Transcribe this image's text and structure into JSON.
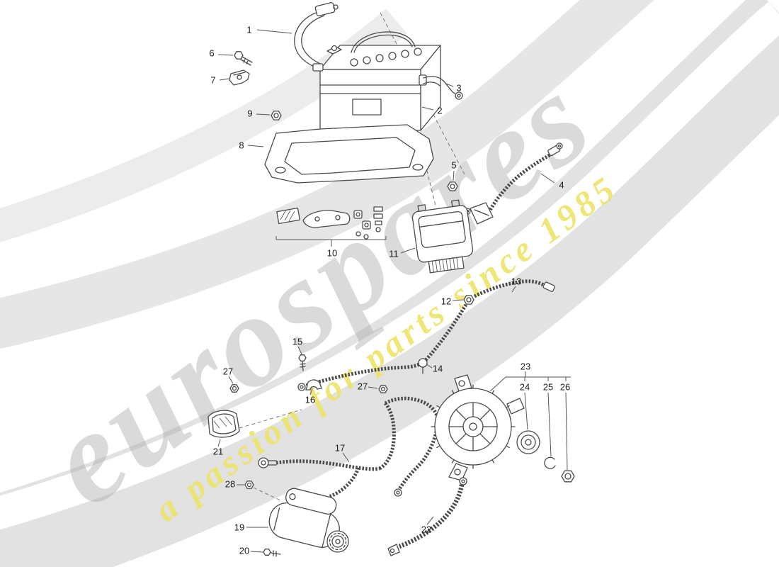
{
  "watermark": {
    "brand": "eurospares",
    "tagline": "a passion for parts since 1985"
  },
  "colors": {
    "line": "#4a4a4a",
    "watermark_gray": "#a8a8a8",
    "watermark_yellow": "#ece364"
  },
  "callouts": [
    {
      "num": "1"
    },
    {
      "num": "2"
    },
    {
      "num": "3"
    },
    {
      "num": "4"
    },
    {
      "num": "5"
    },
    {
      "num": "6"
    },
    {
      "num": "7"
    },
    {
      "num": "8"
    },
    {
      "num": "9"
    },
    {
      "num": "10"
    },
    {
      "num": "11"
    },
    {
      "num": "12"
    },
    {
      "num": "13"
    },
    {
      "num": "14"
    },
    {
      "num": "15"
    },
    {
      "num": "16"
    },
    {
      "num": "17"
    },
    {
      "num": "19"
    },
    {
      "num": "20"
    },
    {
      "num": "21"
    },
    {
      "num": "22"
    },
    {
      "num": "23"
    },
    {
      "num": "24"
    },
    {
      "num": "25"
    },
    {
      "num": "26"
    },
    {
      "num": "27"
    },
    {
      "num": "27"
    },
    {
      "num": "28"
    }
  ]
}
